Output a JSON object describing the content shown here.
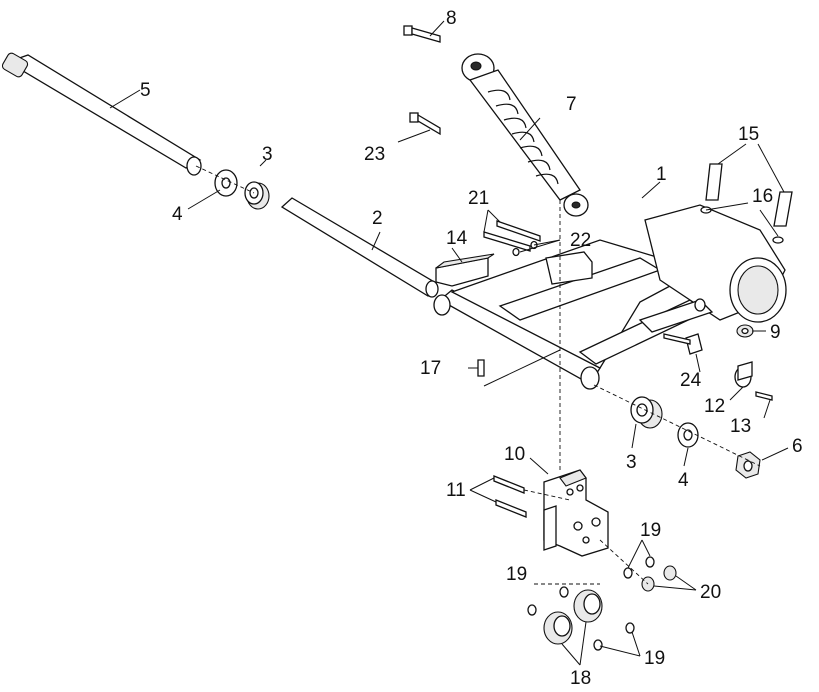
{
  "labels": {
    "p1": "1",
    "p2": "2",
    "p3a": "3",
    "p3b": "3",
    "p4a": "4",
    "p4b": "4",
    "p5": "5",
    "p6": "6",
    "p7": "7",
    "p8": "8",
    "p9": "9",
    "p10": "10",
    "p11": "11",
    "p12": "12",
    "p13": "13",
    "p14": "14",
    "p15": "15",
    "p16": "16",
    "p17": "17",
    "p18": "18",
    "p19a": "19",
    "p19b": "19",
    "p19c": "19",
    "p20": "20",
    "p21": "21",
    "p22": "22",
    "p23": "23",
    "p24": "24"
  }
}
